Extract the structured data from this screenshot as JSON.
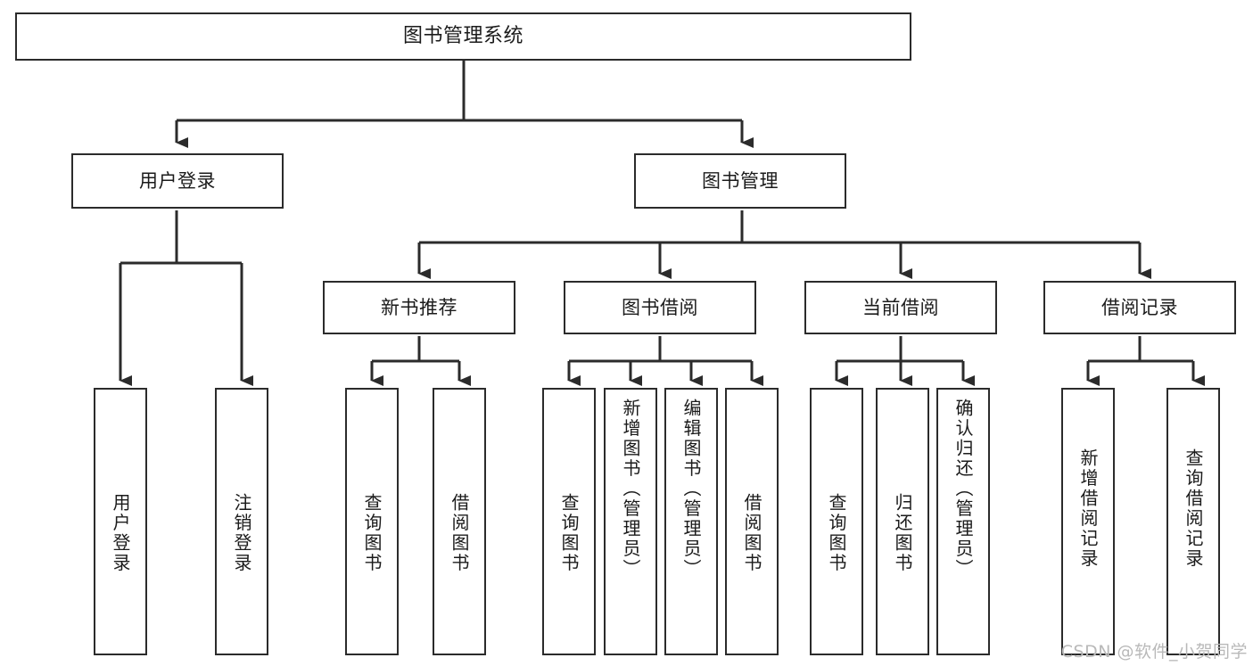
{
  "diagram": {
    "title": "图书管理系统",
    "type": "tree-hierarchy-diagram",
    "colors": {
      "box_border": "#2b2b2b",
      "box_fill": "#ffffff",
      "edge": "#2b2b2b",
      "text": "#1b1b1b",
      "watermark": "#b9b9b9",
      "background": "#ffffff"
    },
    "root": {
      "label": "图书管理系统"
    },
    "level1": [
      {
        "label": "用户登录"
      },
      {
        "label": "图书管理"
      }
    ],
    "level2": [
      {
        "label": "新书推荐"
      },
      {
        "label": "图书借阅"
      },
      {
        "label": "当前借阅"
      },
      {
        "label": "借阅记录"
      }
    ],
    "leaves": {
      "user_login": [
        {
          "label": "用户登录"
        },
        {
          "label": "注销登录"
        }
      ],
      "new_book_recommend": [
        {
          "label": "查询图书"
        },
        {
          "label": "借阅图书"
        }
      ],
      "book_borrow": [
        {
          "label": "查询图书"
        },
        {
          "label": "新增图书（管理员）"
        },
        {
          "label": "编辑图书（管理员）"
        },
        {
          "label": "借阅图书"
        }
      ],
      "current_borrow": [
        {
          "label": "查询图书"
        },
        {
          "label": "归还图书"
        },
        {
          "label": "确认归还（管理员）"
        }
      ],
      "borrow_record": [
        {
          "label": "新增借阅记录"
        },
        {
          "label": "查询借阅记录"
        }
      ]
    }
  },
  "watermark": {
    "text": "CSDN @软件_小贺同学"
  }
}
